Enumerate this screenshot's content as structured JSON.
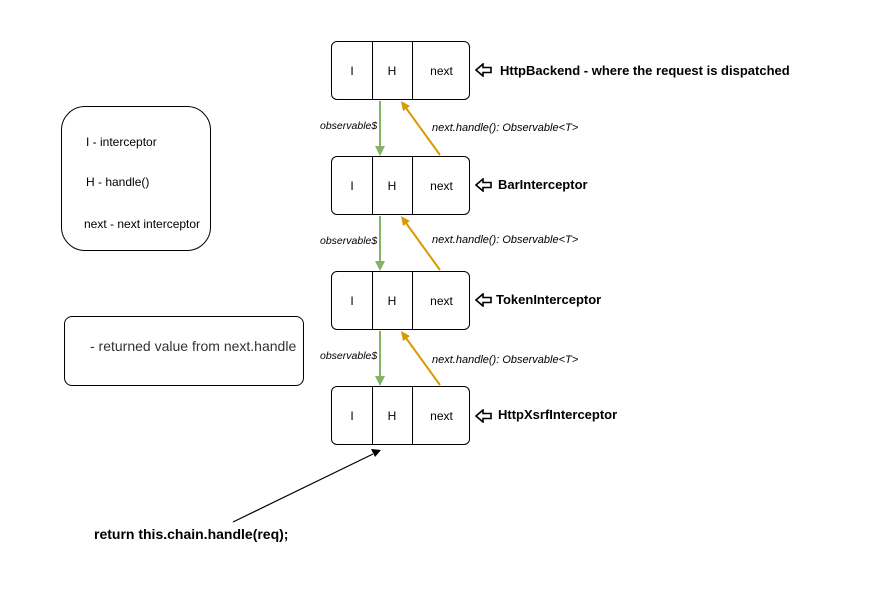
{
  "nodes": [
    {
      "cell_i": "I",
      "cell_h": "H",
      "cell_next": "next",
      "label": "HttpBackend - where the request is dispatched"
    },
    {
      "cell_i": "I",
      "cell_h": "H",
      "cell_next": "next",
      "label": "BarInterceptor"
    },
    {
      "cell_i": "I",
      "cell_h": "H",
      "cell_next": "next",
      "label": "TokenInterceptor"
    },
    {
      "cell_i": "I",
      "cell_h": "H",
      "cell_next": "next",
      "label": "HttpXsrfInterceptor"
    }
  ],
  "edges": [
    {
      "down_label": "observable$",
      "up_label": "next.handle(): Observable<T>"
    },
    {
      "down_label": "observable$",
      "up_label": "next.handle(): Observable<T>"
    },
    {
      "down_label": "observable$",
      "up_label": "next.handle(): Observable<T>"
    }
  ],
  "legend": {
    "line1": "I - interceptor",
    "line2": "H - handle()",
    "line3": "next - next interceptor"
  },
  "legend2": {
    "text": "- returned value from next.handle"
  },
  "bottom": {
    "text": "return this.chain.handle(req);"
  },
  "colors": {
    "return_arrow": "#82b366",
    "call_arrow": "#d79b00",
    "border": "#000000"
  },
  "icons": {
    "label_pointer": "hollow-left-arrow-icon"
  }
}
